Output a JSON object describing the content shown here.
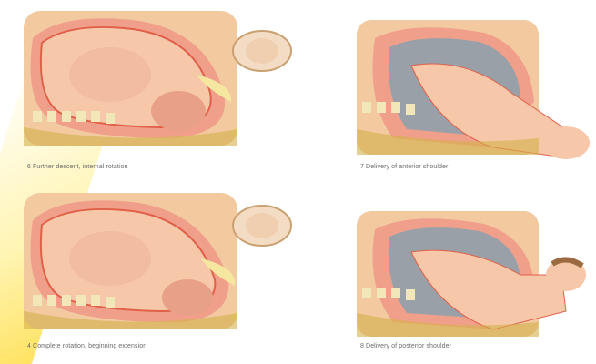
{
  "panels": [
    {
      "caption": "6 Further descent, internal rotation",
      "has_pelvis_inset": true,
      "baby_head_visible": false
    },
    {
      "caption": "7 Delivery of anterior shoulder",
      "has_pelvis_inset": false,
      "baby_head_visible": true
    },
    {
      "caption": "4 Complete rotation, beginning extension",
      "has_pelvis_inset": true,
      "baby_head_visible": false
    },
    {
      "caption": "8 Delivery of posterior shoulder",
      "has_pelvis_inset": false,
      "baby_head_visible": true
    }
  ],
  "colors": {
    "skin": "#f3c9a0",
    "uterus": "#f0a08a",
    "uterus_line": "#e0604a",
    "fetus": "#f6c7a8",
    "spine": "#f2e7b8",
    "pelvic_floor": "#d4b04a",
    "placenta": "#9aa0a8",
    "watermark": "#ffe040"
  }
}
